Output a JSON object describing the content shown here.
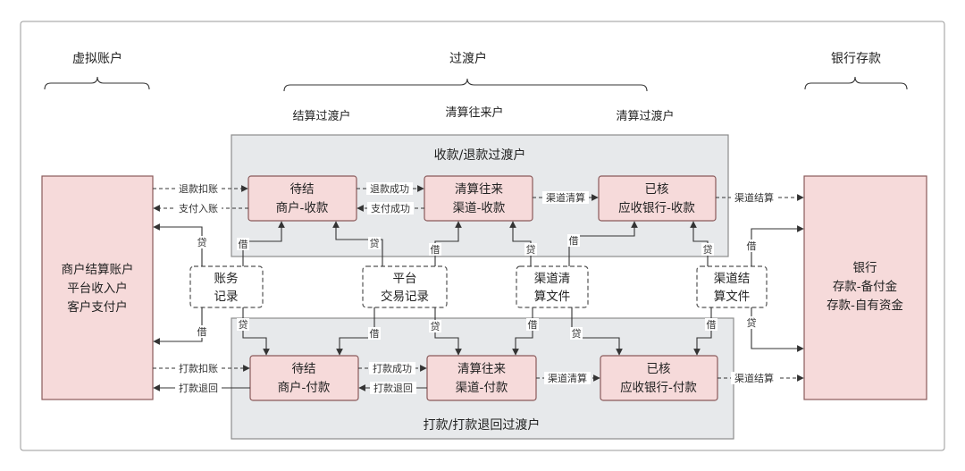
{
  "headers": {
    "virtual": "虚拟账户",
    "transit": "过渡户",
    "bank": "银行存款",
    "settle_left": "结算过渡户",
    "clearing": "清算往来户",
    "settle_right": "清算过渡户"
  },
  "panels": {
    "top": "收款/退款过渡户",
    "bottom": "打款/打款退回过渡户"
  },
  "left_account": [
    "商户结算账户",
    "平台收入户",
    "客户支付户"
  ],
  "bank_account": [
    "银行",
    "存款-备付金",
    "存款-自有资金"
  ],
  "top_row": {
    "merchant": [
      "待结",
      "商户-收款"
    ],
    "channel": [
      "清算往来",
      "渠道-收款"
    ],
    "bank": [
      "已核",
      "应收银行-收款"
    ]
  },
  "bottom_row": {
    "merchant": [
      "待结",
      "商户-付款"
    ],
    "channel": [
      "清算往来",
      "渠道-付款"
    ],
    "bank": [
      "已核",
      "应收银行-付款"
    ]
  },
  "records": {
    "account": [
      "账务",
      "记录"
    ],
    "platform": [
      "平台",
      "交易记录"
    ],
    "channel_clearing": [
      "渠道清",
      "算文件"
    ],
    "channel_settle": [
      "渠道结",
      "算文件"
    ]
  },
  "edges": {
    "refund_debit": "退款扣账",
    "pay_in": "支付入账",
    "refund_success": "退款成功",
    "pay_success": "支付成功",
    "channel_clearing": "渠道清算",
    "channel_settle": "渠道结算",
    "payout_debit": "打款扣账",
    "payout_return": "打款退回",
    "payout_success": "打款成功",
    "debit": "借",
    "credit": "贷"
  }
}
